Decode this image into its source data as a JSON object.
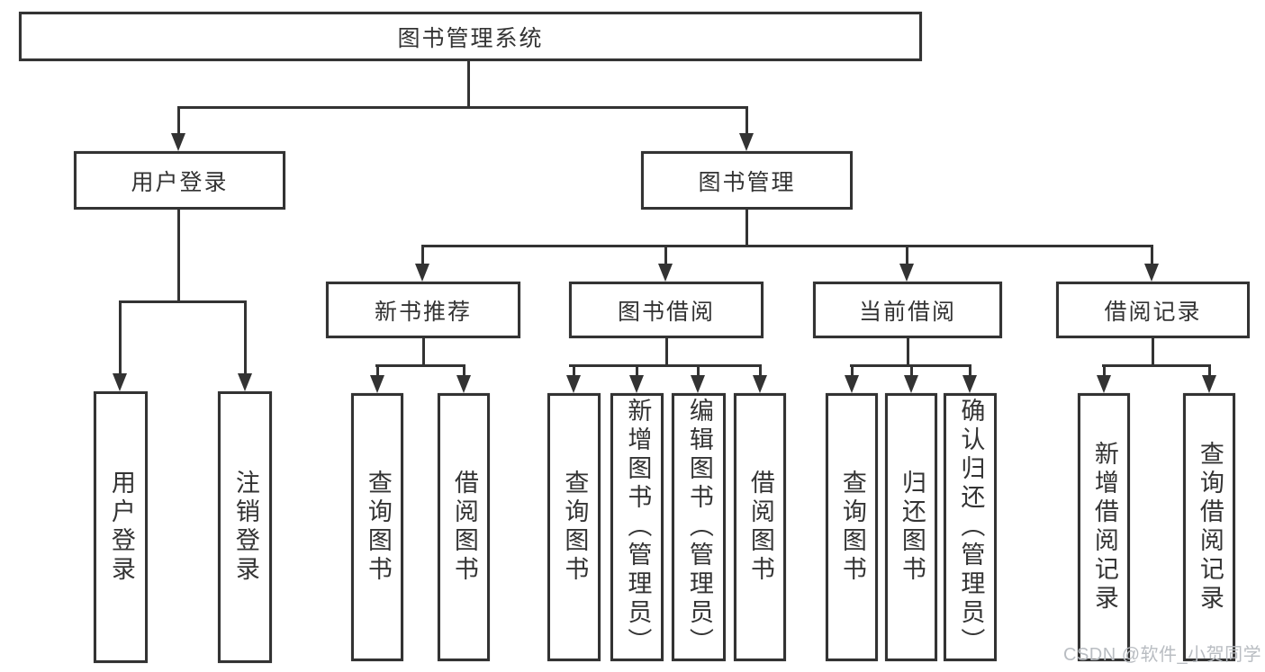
{
  "diagram": {
    "title_node": "root",
    "root": {
      "label": "图书管理系统"
    },
    "level2": [
      {
        "label": "用户登录"
      },
      {
        "label": "图书管理"
      }
    ],
    "level3": [
      {
        "label": "新书推荐",
        "parent": "图书管理"
      },
      {
        "label": "图书借阅",
        "parent": "图书管理"
      },
      {
        "label": "当前借阅",
        "parent": "图书管理"
      },
      {
        "label": "借阅记录",
        "parent": "图书管理"
      }
    ],
    "leaves": [
      {
        "label": "用户登录",
        "parent": "用户登录"
      },
      {
        "label": "注销登录",
        "parent": "用户登录"
      },
      {
        "label": "查询图书",
        "parent": "新书推荐"
      },
      {
        "label": "借阅图书",
        "parent": "新书推荐"
      },
      {
        "label": "查询图书",
        "parent": "图书借阅"
      },
      {
        "label": "新增图书（管理员）",
        "parent": "图书借阅"
      },
      {
        "label": "编辑图书（管理员）",
        "parent": "图书借阅"
      },
      {
        "label": "借阅图书",
        "parent": "图书借阅"
      },
      {
        "label": "查询图书",
        "parent": "当前借阅"
      },
      {
        "label": "归还图书",
        "parent": "当前借阅"
      },
      {
        "label": "确认归还（管理员）",
        "parent": "当前借阅"
      },
      {
        "label": "新增借阅记录",
        "parent": "借阅记录"
      },
      {
        "label": "查询借阅记录",
        "parent": "借阅记录"
      }
    ]
  },
  "watermark": {
    "text": "CSDN @软件_小贺同学"
  },
  "colors": {
    "line": "#333333",
    "box_border": "#333333",
    "text": "#333333",
    "watermark": "#b9bdc2",
    "background": "#ffffff"
  }
}
